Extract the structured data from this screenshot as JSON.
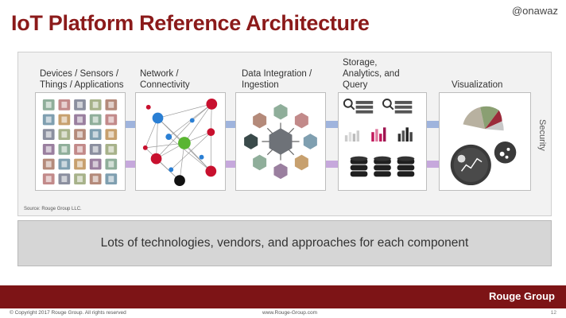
{
  "header": {
    "title": "IoT Platform Reference Architecture",
    "handle": "@onawaz"
  },
  "columns": [
    {
      "label": "Devices / Sensors / Things / Applications"
    },
    {
      "label": "Network / Connectivity"
    },
    {
      "label": "Data Integration / Ingestion"
    },
    {
      "label": "Storage, Analytics, and Query"
    },
    {
      "label": "Visualization"
    }
  ],
  "security": {
    "label": "Security"
  },
  "source": {
    "text": "Source: Rouge Group LLC."
  },
  "summary": {
    "text": "Lots of technologies, vendors, and approaches for each component"
  },
  "footer": {
    "brand": "Rouge Group",
    "copyright": "© Copyright 2017 Rouge Group. All rights reserved",
    "website": "www.Rouge-Group.com",
    "page": "12"
  },
  "colors": {
    "brand": "#7d1416",
    "title": "#8b1a1a",
    "link_blue": "#9fb4dd",
    "link_purple": "#c6a8dc"
  }
}
